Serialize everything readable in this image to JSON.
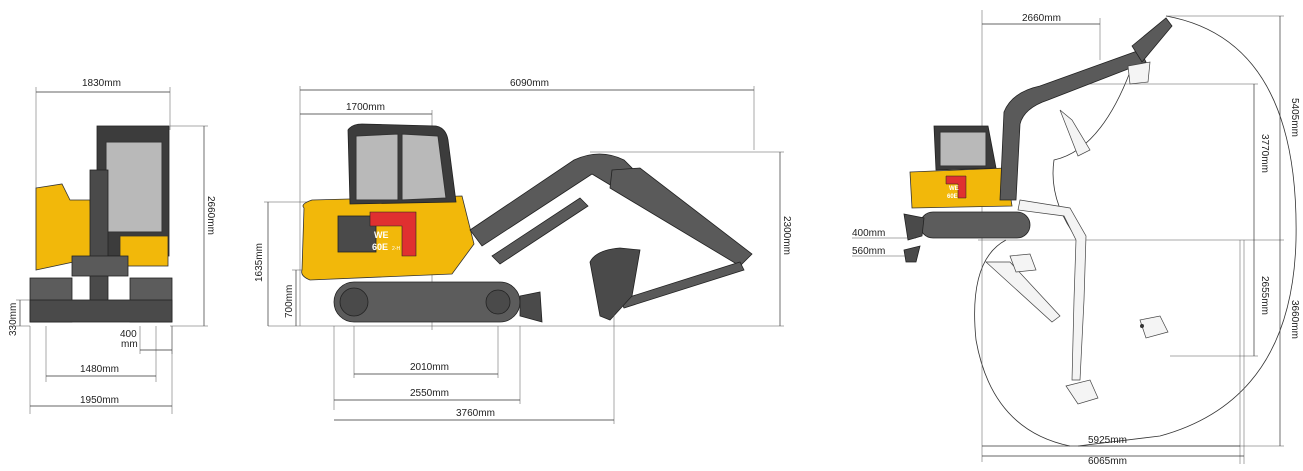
{
  "colors": {
    "body": "#f2b80a",
    "dark": "#4a4a4a",
    "accent": "#e03030",
    "glass": "#b9b9b9"
  },
  "front_view": {
    "width_top": "1830mm",
    "height": "2660mm",
    "blade_height": "330mm",
    "track_width_label_1": "400",
    "track_width_label_2": "mm",
    "track_gauge": "1480mm",
    "overall_width": "1950mm"
  },
  "side_view": {
    "overall_length": "6090mm",
    "tail_radius": "1700mm",
    "overall_height": "2300mm",
    "counterweight_height": "1635mm",
    "ground_clearance_upper": "700mm",
    "wheelbase": "2010mm",
    "track_length": "2550mm",
    "transport_length": "3760mm",
    "badge_line1": "WE",
    "badge_line2": "60E",
    "badge_suffix": "2-H"
  },
  "range_view": {
    "top_width": "2660mm",
    "max_digging_height": "5405mm",
    "max_dump_height": "3770mm",
    "blade_lift": "400mm",
    "blade_depth": "560mm",
    "vertical_wall_depth": "2655mm",
    "max_digging_depth": "3660mm",
    "reach_ground": "5925mm",
    "max_reach": "6065mm",
    "badge_line1": "WE",
    "badge_line2": "60E"
  }
}
